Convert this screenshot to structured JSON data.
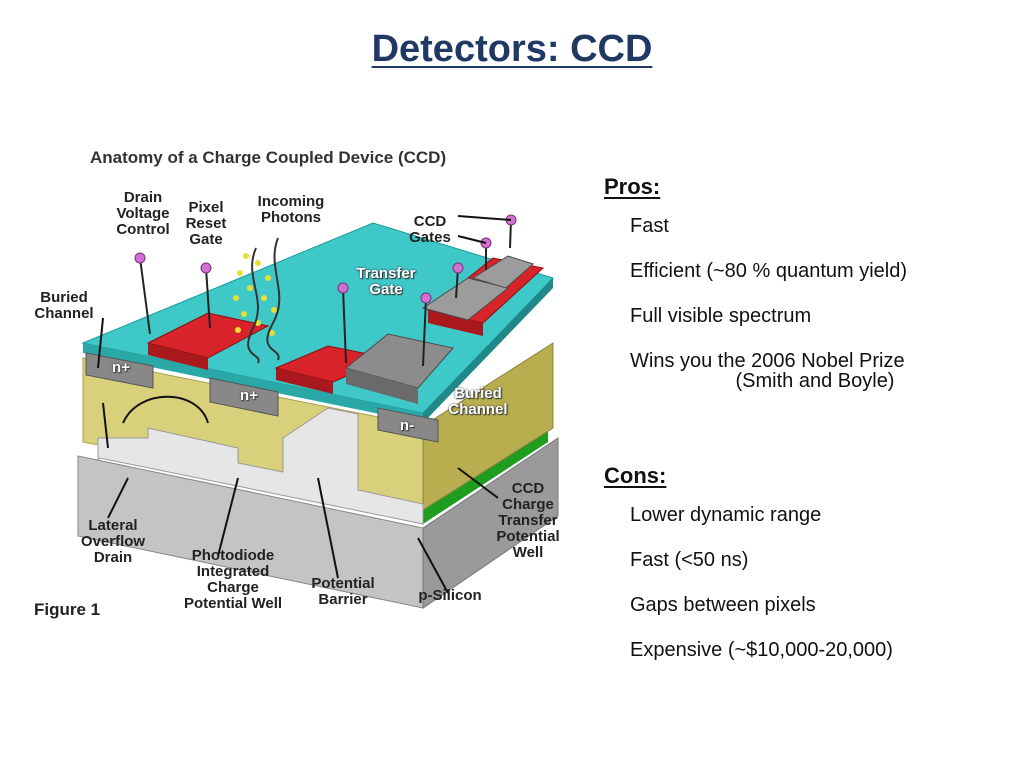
{
  "slide": {
    "title": "Detectors: CCD"
  },
  "figure": {
    "title": "Anatomy of a Charge Coupled Device (CCD)",
    "caption": "Figure 1",
    "labels": {
      "drain_voltage_control": "Drain\nVoltage\nControl",
      "pixel_reset_gate": "Pixel\nReset\nGate",
      "incoming_photons": "Incoming\nPhotons",
      "ccd_gates": "CCD\nGates",
      "transfer_gate": "Transfer\nGate",
      "buried_channel_left": "Buried\nChannel",
      "buried_channel_right": "Buried\nChannel",
      "n_plus_left": "n+",
      "n_plus_center": "n+",
      "n_minus": "n-",
      "lateral_overflow_drain": "Lateral\nOverflow\nDrain",
      "photodiode_well": "Photodiode\nIntegrated\nCharge\nPotential Well",
      "potential_barrier": "Potential\nBarrier",
      "p_silicon": "p-Silicon",
      "ccd_transfer_well": "CCD\nCharge\nTransfer\nPotential\nWell"
    }
  },
  "pros": {
    "heading": "Pros:",
    "items": [
      "Fast",
      "Efficient (~80 % quantum yield)",
      "Full visible spectrum",
      "Wins you the 2006 Nobel Prize"
    ],
    "note": "(Smith and Boyle)"
  },
  "cons": {
    "heading": "Cons:",
    "items": [
      "Lower dynamic range",
      "Fast (<50 ns)",
      "Gaps between pixels",
      "Expensive (~$10,000-20,000)"
    ]
  },
  "colors": {
    "title": "#1f3864",
    "teal": "#3ec8c8",
    "gate_red": "#d9232a",
    "silicon_gray": "#b8b8b8",
    "green_layer": "#2fc42f",
    "yellow_region": "#d8d07a"
  }
}
